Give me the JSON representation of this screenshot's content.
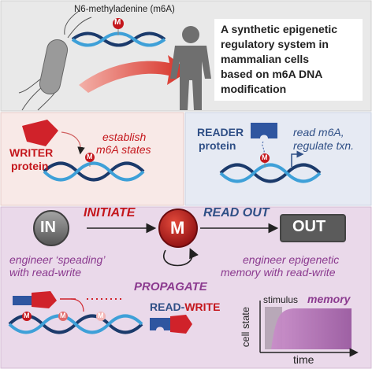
{
  "top": {
    "m6a_label": "N6-methyladenine (m6A)",
    "title_lines": [
      "A synthetic epigenetic",
      "regulatory system in",
      "mammalian cells",
      "based on m6A DNA",
      "modification"
    ]
  },
  "marker_letter": "M",
  "writer": {
    "label_line1": "WRITER",
    "label_line2": "protein",
    "desc_line1": "establish",
    "desc_line2": "m6A states"
  },
  "reader": {
    "label_line1": "READER",
    "label_line2": "protein",
    "desc_line1": "read m6A,",
    "desc_line2": "regulate txn."
  },
  "flow": {
    "in_label": "IN",
    "initiate": "INITIATE",
    "read_out": "READ OUT",
    "out_label": "OUT",
    "propagate": "PROPAGATE"
  },
  "bottom": {
    "left_line1": "engineer ‘speading’",
    "left_line2": "with read-write",
    "right_line1": "engineer epigenetic",
    "right_line2": "memory with read-write",
    "rw_read": "READ-",
    "rw_write": "WRITE",
    "stimulus": "stimulus",
    "memory": "memory",
    "ylabel": "cell state",
    "xlabel": "time"
  },
  "colors": {
    "red": "#c4161c",
    "blue": "#2f4f86",
    "purple": "#8b3a8f",
    "pink_bg": "#f8e9e7",
    "blue_bg": "#e6eaf3",
    "lilac_bg": "#ead9ea",
    "top_bg": "#e9e9e9"
  }
}
